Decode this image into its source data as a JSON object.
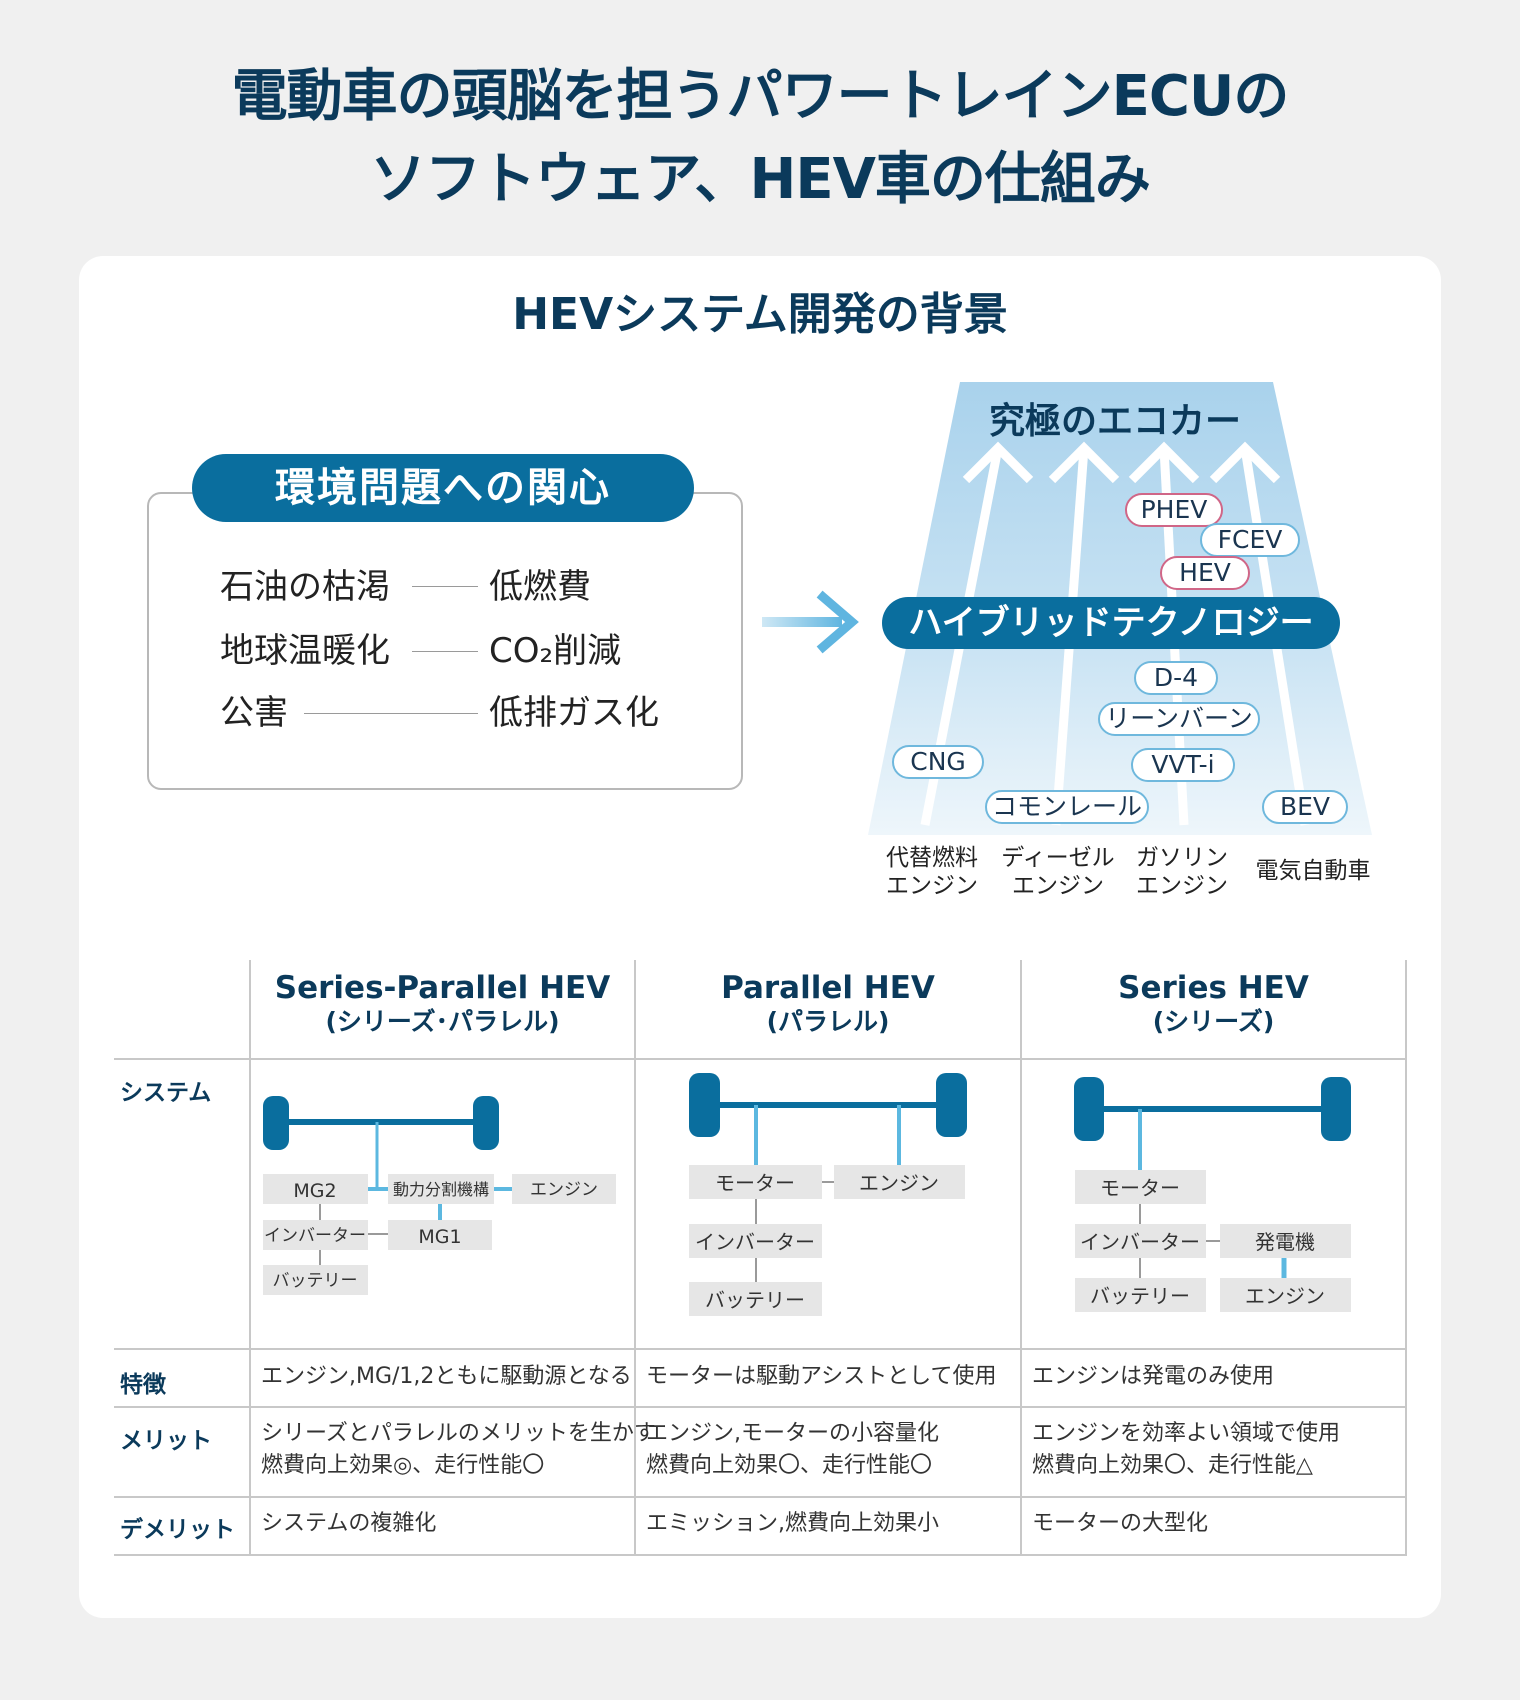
{
  "title": {
    "line1": "電動車の頭脳を担うパワートレインECUの",
    "line2": "ソフトウェア、HEV車の仕組み"
  },
  "section_title": "HEVシステム開発の背景",
  "environment": {
    "label": "環境問題への関心",
    "pairs": [
      {
        "cause": "石油の枯渇",
        "effect": "低燃費"
      },
      {
        "cause": "地球温暖化",
        "effect": "CO₂削減"
      },
      {
        "cause": "公害",
        "effect": "低排ガス化"
      }
    ]
  },
  "eco": {
    "top": "究極のエコカー",
    "hybrid": "ハイブリッドテクノロジー",
    "upper_pills": [
      "PHEV",
      "FCEV",
      "HEV"
    ],
    "lower_pills": [
      "D-4",
      "リーンバーン",
      "VVT-i",
      "CNG",
      "コモンレール",
      "BEV"
    ],
    "bottom": [
      {
        "line1": "代替燃料",
        "line2": "エンジン"
      },
      {
        "line1": "ディーゼル",
        "line2": "エンジン"
      },
      {
        "line1": "ガソリン",
        "line2": "エンジン"
      },
      {
        "line1": "電気自動車",
        "line2": ""
      }
    ],
    "colors": {
      "dark_blue": "#0a6e9e",
      "light_blue": "#6fb8dd",
      "pink": "#d06687"
    }
  },
  "table": {
    "columns": [
      {
        "title": "Series-Parallel HEV",
        "sub": "(シリーズ･パラレル)"
      },
      {
        "title": "Parallel HEV",
        "sub": "(パラレル)"
      },
      {
        "title": "Series HEV",
        "sub": "(シリーズ)"
      }
    ],
    "row_labels": [
      "システム",
      "特徴",
      "メリット",
      "デメリット"
    ],
    "features": [
      "エンジン,MG/1,2ともに駆動源となる",
      "モーターは駆動アシストとして使用",
      "エンジンは発電のみ使用"
    ],
    "merits": [
      {
        "line1": "シリーズとパラレルのメリットを生かす",
        "line2": "燃費向上効果◎、走行性能〇"
      },
      {
        "line1": "エンジン,モーターの小容量化",
        "line2": "燃費向上効果〇、走行性能〇"
      },
      {
        "line1": "エンジンを効率よい領域で使用",
        "line2": "燃費向上効果〇、走行性能△"
      }
    ],
    "demerits": [
      "システムの複雑化",
      "エミッション,燃費向上効果小",
      "モーターの大型化"
    ]
  },
  "system_diagrams": {
    "series_parallel": {
      "mg2": "MG2",
      "split": "動力分割機構",
      "engine": "エンジン",
      "inverter": "インバーター",
      "mg1": "MG1",
      "battery": "バッテリー"
    },
    "parallel": {
      "motor": "モーター",
      "engine": "エンジン",
      "inverter": "インバーター",
      "battery": "バッテリー"
    },
    "series": {
      "motor": "モーター",
      "inverter": "インバーター",
      "generator": "発電機",
      "battery": "バッテリー",
      "engine": "エンジン"
    }
  }
}
